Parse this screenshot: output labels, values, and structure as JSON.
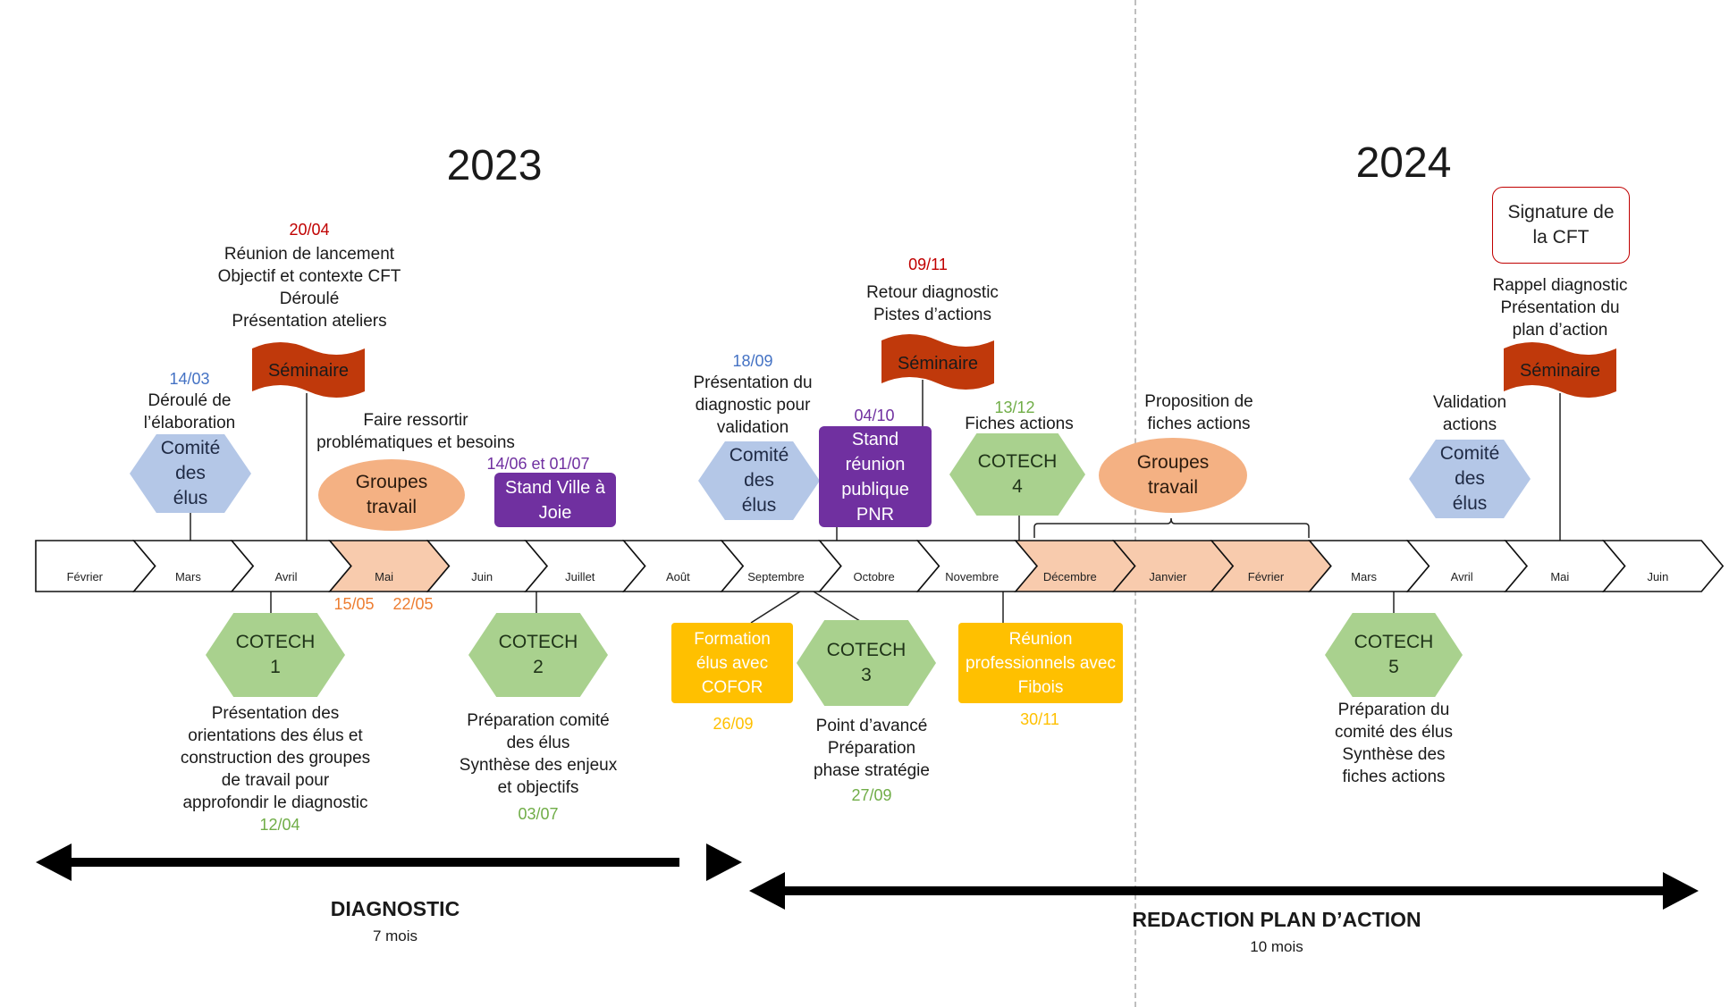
{
  "years": {
    "y2023": "2023",
    "y2024": "2024"
  },
  "months": [
    "Février",
    "Mars",
    "Avril",
    "Mai",
    "Juin",
    "Juillet",
    "Août",
    "Septembre",
    "Octobre",
    "Novembre",
    "Décembre",
    "Janvier",
    "Février",
    "Mars",
    "Avril",
    "Mai",
    "Juin"
  ],
  "highlighted_months": [
    3,
    10,
    11,
    12
  ],
  "colors": {
    "red_date": "#c00000",
    "blue_date": "#4472c4",
    "purple_date": "#7030a0",
    "green_date": "#70ad47",
    "orange_date": "#ed7d31",
    "yellow_date": "#ffc000",
    "flag": "#c0390b",
    "month_highlight": "#f8cbad"
  },
  "top": {
    "seminaire1": {
      "date": "20/04",
      "lines": [
        "Réunion de lancement",
        "Objectif et contexte CFT",
        "Déroulé",
        "Présentation ateliers"
      ],
      "flag": "Séminaire"
    },
    "comite1": {
      "date": "14/03",
      "desc": [
        "Déroulé de",
        "l’élaboration"
      ],
      "label": "Comité des élus"
    },
    "groupes1": {
      "desc": [
        "Faire ressortir",
        "problématiques et besoins"
      ],
      "label": "Groupes travail"
    },
    "stand1": {
      "date": "14/06 et 01/07",
      "label": "Stand Ville à Joie"
    },
    "comite2": {
      "date": "18/09",
      "desc": [
        "Présentation du",
        "diagnostic pour",
        "validation"
      ],
      "label": "Comité des élus"
    },
    "stand2": {
      "date": "04/10",
      "label": "Stand réunion publique PNR"
    },
    "seminaire2": {
      "date": "09/11",
      "lines": [
        "Retour diagnostic",
        "Pistes d’actions"
      ],
      "flag": "Séminaire"
    },
    "cotech4": {
      "date": "13/12",
      "desc": "Fiches actions",
      "label": "COTECH 4"
    },
    "groupes2": {
      "desc": [
        "Proposition de",
        "fiches actions"
      ],
      "label": "Groupes travail"
    },
    "comite3": {
      "desc": [
        "Validation",
        "actions"
      ],
      "label": "Comité des élus"
    },
    "signature": {
      "label": "Signature de la CFT"
    },
    "seminaire3": {
      "lines": [
        "Rappel diagnostic",
        "Présentation du",
        "plan d’action"
      ],
      "flag": "Séminaire"
    }
  },
  "mai_dates": {
    "d1": "15/05",
    "d2": "22/05"
  },
  "bottom": {
    "cotech1": {
      "label": "COTECH 1",
      "desc": [
        "Présentation des",
        "orientations des élus et",
        "construction des groupes",
        "de travail pour",
        "approfondir le diagnostic"
      ],
      "date": "12/04"
    },
    "cotech2": {
      "label": "COTECH 2",
      "desc": [
        "Préparation comité",
        "des élus",
        "Synthèse des enjeux",
        "et objectifs"
      ],
      "date": "03/07"
    },
    "formation": {
      "label": "Formation élus avec COFOR",
      "date": "26/09"
    },
    "cotech3": {
      "label": "COTECH 3",
      "desc": [
        "Point d’avancé",
        "Préparation",
        "phase stratégie"
      ],
      "date": "27/09"
    },
    "reunion": {
      "label": "Réunion professionnels avec Fibois",
      "date": "30/11"
    },
    "cotech5": {
      "label": "COTECH 5",
      "desc": [
        "Préparation du",
        "comité des élus",
        "Synthèse des",
        "fiches actions"
      ]
    }
  },
  "phases": {
    "diagnostic": {
      "title": "DIAGNOSTIC",
      "duration": "7 mois"
    },
    "redaction": {
      "title": "REDACTION PLAN D’ACTION",
      "duration": "10 mois"
    }
  }
}
